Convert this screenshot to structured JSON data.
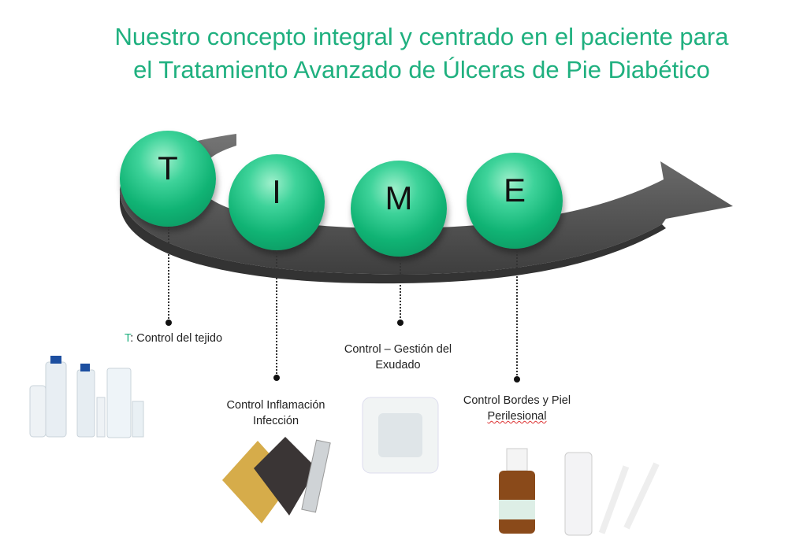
{
  "title": {
    "line1": "Nuestro concepto integral y centrado en el paciente para",
    "line2": "el  Tratamiento Avanzado de Úlceras de Pie Diabético"
  },
  "letters": [
    "T",
    "I",
    "M",
    "E"
  ],
  "labels": {
    "t_prefix": "T",
    "t_text": ": Control del tejido",
    "i_line1": "Control Inflamación",
    "i_line2": "Infección",
    "m_line1": "Control – Gestión del",
    "m_line2": "Exudado",
    "e_line1": "Control Bordes y Piel",
    "e_line2": "Perilesional"
  },
  "colors": {
    "accent": "#1fb07f",
    "arrow": "#5a5a5a"
  }
}
